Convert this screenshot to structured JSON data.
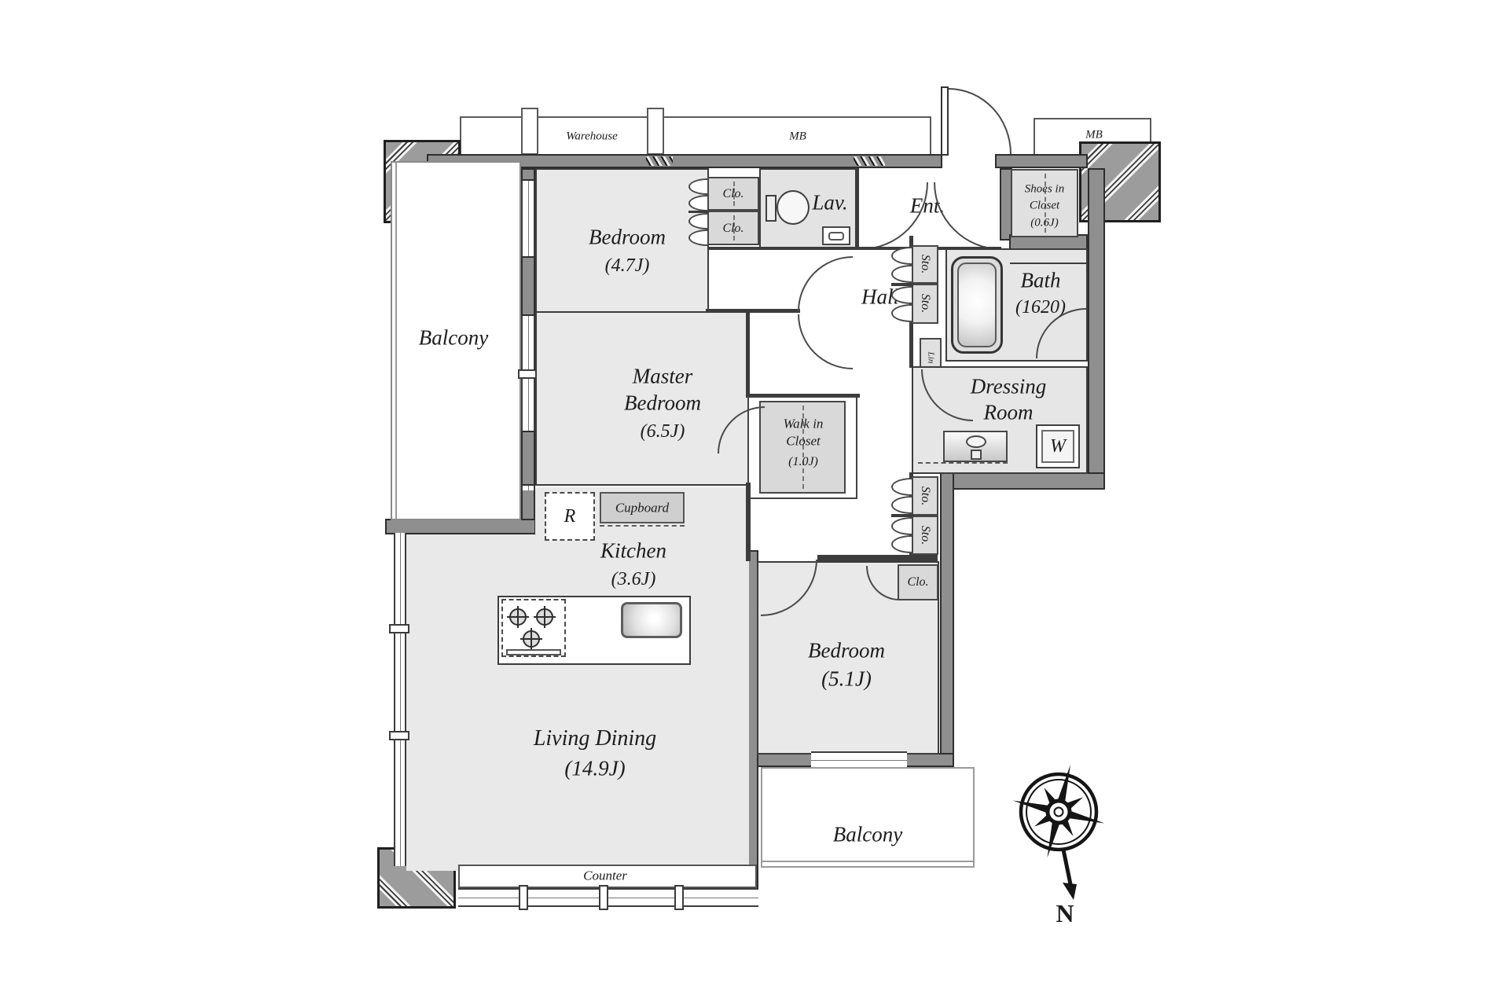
{
  "floorplan": {
    "corridor": {
      "warehouse": "Warehouse",
      "mb_left": "MB",
      "mb_right": "MB"
    },
    "rooms": {
      "bedroom1": {
        "name": "Bedroom",
        "size": "(4.7J)"
      },
      "master_bedroom": {
        "name1": "Master",
        "name2": "Bedroom",
        "size": "(6.5J)"
      },
      "kitchen": {
        "name": "Kitchen",
        "size": "(3.6J)"
      },
      "living_dining": {
        "name": "Living Dining",
        "size": "(14.9J)"
      },
      "bedroom2": {
        "name": "Bedroom",
        "size": "(5.1J)"
      },
      "bath": {
        "name": "Bath",
        "size": "(1620)"
      },
      "dressing_room": {
        "name1": "Dressing",
        "name2": "Room"
      },
      "walk_in_closet": {
        "name1": "Walk in",
        "name2": "Closet",
        "size": "(1.0J)"
      },
      "shoes_closet": {
        "name1": "Shoes in",
        "name2": "Closet",
        "size": "(0.6J)"
      },
      "entrance": {
        "name": "Ent."
      },
      "hall": {
        "name": "Hall"
      },
      "lavatory": {
        "name": "Lav."
      }
    },
    "balconies": {
      "left": "Balcony",
      "bottom": "Balcony"
    },
    "storage": {
      "clo1": "Clo.",
      "clo2": "Clo.",
      "clo3": "Clo.",
      "sto1": "Sto.",
      "sto2": "Sto.",
      "sto3": "Sto.",
      "sto4": "Sto.",
      "lin": "Lin",
      "cupboard": "Cupboard"
    },
    "fixtures": {
      "refrigerator": "R",
      "washer": "W",
      "counter": "Counter"
    },
    "compass": {
      "north": "N"
    },
    "colors": {
      "room_fill": "#e9e9e9",
      "closet_fill": "#d9d9d9",
      "wall": "#8f8f8f",
      "line": "#3c3c3c",
      "column": "#9a9a9a"
    }
  }
}
